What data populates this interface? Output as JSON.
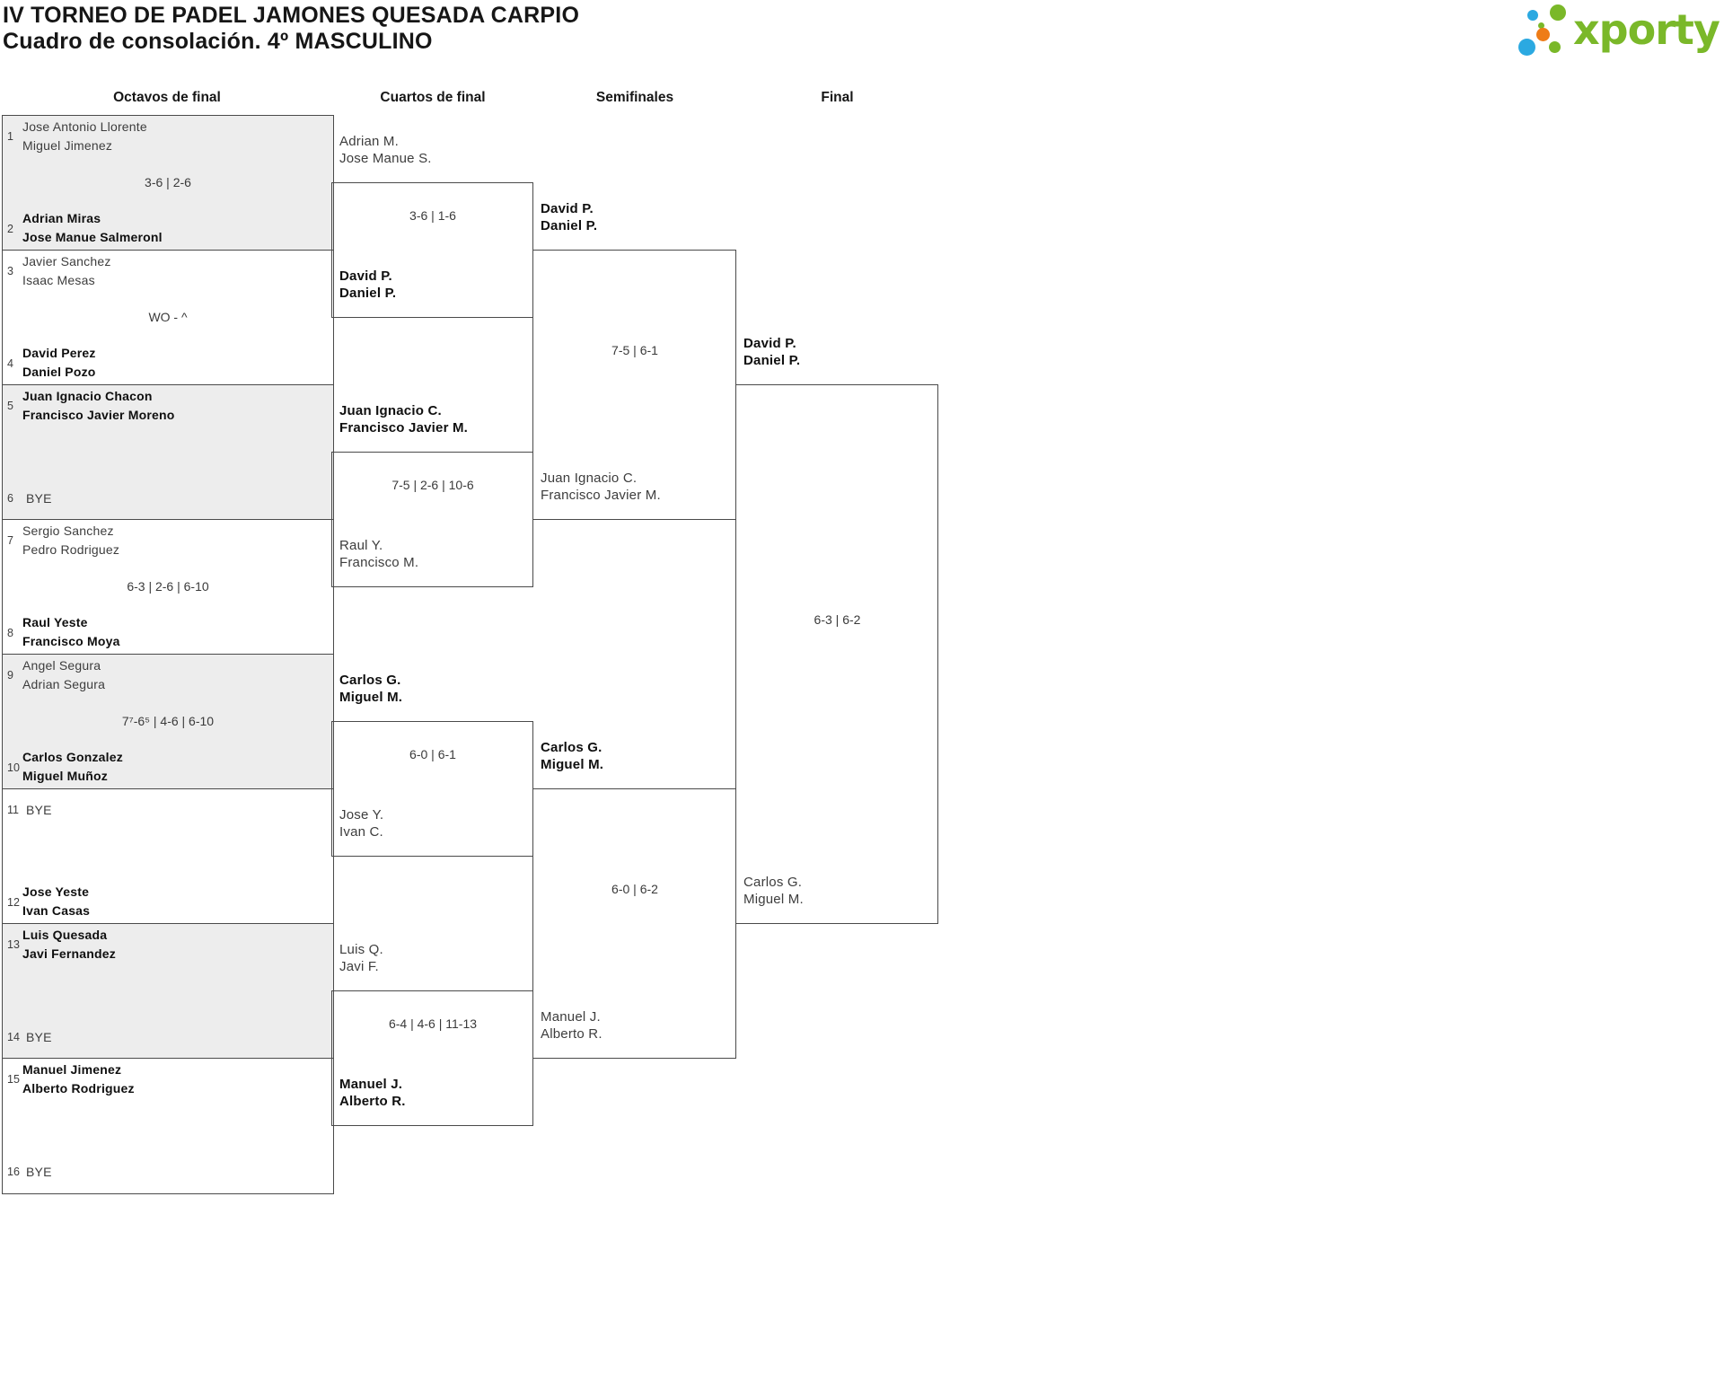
{
  "page": {
    "title_line1": "IV TORNEO DE PADEL JAMONES QUESADA CARPIO",
    "title_line2": "Cuadro de consolación. 4º MASCULINO"
  },
  "logo": {
    "text": "xporty",
    "colors": {
      "green": "#7ab829",
      "blue": "#2ba9e1",
      "orange": "#ee7c17"
    }
  },
  "bracket": {
    "round_headers": [
      "Octavos de final",
      "Cuartos de final",
      "Semifinales",
      "Final"
    ],
    "colors": {
      "border": "#4a4a4a",
      "shaded_bg": "#ededed",
      "loser_text": "#3d3d3d",
      "winner_text": "#0f0f0f"
    },
    "rounds": [
      {
        "name": "Octavos de final",
        "matches": [
          {
            "shaded": true,
            "score": "3-6 | 2-6",
            "slots": [
              {
                "seed": "1",
                "lines": [
                  "Jose Antonio Llorente",
                  "Miguel Jimenez"
                ],
                "winner": false
              },
              {
                "seed": "2",
                "lines": [
                  "Adrian Miras",
                  "Jose Manue Salmeronl"
                ],
                "winner": true
              }
            ]
          },
          {
            "shaded": false,
            "score": "WO - ^",
            "slots": [
              {
                "seed": "3",
                "lines": [
                  "Javier Sanchez",
                  "Isaac Mesas"
                ],
                "winner": false
              },
              {
                "seed": "4",
                "lines": [
                  "David Perez",
                  "Daniel Pozo"
                ],
                "winner": true
              }
            ]
          },
          {
            "shaded": true,
            "score": "",
            "slots": [
              {
                "seed": "5",
                "lines": [
                  "Juan Ignacio Chacon",
                  "Francisco Javier Moreno"
                ],
                "winner": true
              },
              {
                "seed": "6",
                "lines": [
                  "BYE"
                ],
                "winner": false,
                "bye": true
              }
            ]
          },
          {
            "shaded": false,
            "score": "6-3 | 2-6 | 6-10",
            "slots": [
              {
                "seed": "7",
                "lines": [
                  "Sergio Sanchez",
                  "Pedro Rodriguez"
                ],
                "winner": false
              },
              {
                "seed": "8",
                "lines": [
                  "Raul Yeste",
                  "Francisco Moya"
                ],
                "winner": true
              }
            ]
          },
          {
            "shaded": true,
            "score": "7⁷-6⁵ | 4-6 | 6-10",
            "slots": [
              {
                "seed": "9",
                "lines": [
                  "Angel Segura",
                  "Adrian Segura"
                ],
                "winner": false
              },
              {
                "seed": "10",
                "lines": [
                  "Carlos Gonzalez",
                  "Miguel Muñoz"
                ],
                "winner": true
              }
            ]
          },
          {
            "shaded": false,
            "score": "",
            "slots": [
              {
                "seed": "11",
                "lines": [
                  "BYE"
                ],
                "winner": false,
                "bye": true
              },
              {
                "seed": "12",
                "lines": [
                  "Jose Yeste",
                  "Ivan Casas"
                ],
                "winner": true
              }
            ]
          },
          {
            "shaded": true,
            "score": "",
            "slots": [
              {
                "seed": "13",
                "lines": [
                  "Luis Quesada",
                  "Javi Fernandez"
                ],
                "winner": true
              },
              {
                "seed": "14",
                "lines": [
                  "BYE"
                ],
                "winner": false,
                "bye": true
              }
            ]
          },
          {
            "shaded": false,
            "score": "",
            "slots": [
              {
                "seed": "15",
                "lines": [
                  "Manuel Jimenez",
                  "Alberto Rodriguez"
                ],
                "winner": true
              },
              {
                "seed": "16",
                "lines": [
                  "BYE"
                ],
                "winner": false,
                "bye": true
              }
            ]
          }
        ]
      },
      {
        "name": "Cuartos de final",
        "matches": [
          {
            "score": "3-6 | 1-6",
            "slots": [
              {
                "lines": [
                  "Adrian M.",
                  "Jose Manue S."
                ],
                "winner": false
              },
              {
                "lines": [
                  "David P.",
                  "Daniel P."
                ],
                "winner": true
              }
            ]
          },
          {
            "score": "7-5 | 2-6 | 10-6",
            "slots": [
              {
                "lines": [
                  "Juan Ignacio C.",
                  "Francisco Javier M."
                ],
                "winner": true
              },
              {
                "lines": [
                  "Raul Y.",
                  "Francisco M."
                ],
                "winner": false
              }
            ]
          },
          {
            "score": "6-0 | 6-1",
            "slots": [
              {
                "lines": [
                  "Carlos G.",
                  "Miguel M."
                ],
                "winner": true
              },
              {
                "lines": [
                  "Jose Y.",
                  "Ivan C."
                ],
                "winner": false
              }
            ]
          },
          {
            "score": "6-4 | 4-6 | 11-13",
            "slots": [
              {
                "lines": [
                  "Luis Q.",
                  "Javi F."
                ],
                "winner": false
              },
              {
                "lines": [
                  "Manuel J.",
                  "Alberto R."
                ],
                "winner": true
              }
            ]
          }
        ]
      },
      {
        "name": "Semifinales",
        "matches": [
          {
            "score": "7-5 | 6-1",
            "slots": [
              {
                "lines": [
                  "David P.",
                  "Daniel P."
                ],
                "winner": true
              },
              {
                "lines": [
                  "Juan Ignacio C.",
                  "Francisco Javier M."
                ],
                "winner": false
              }
            ]
          },
          {
            "score": "6-0 | 6-2",
            "slots": [
              {
                "lines": [
                  "Carlos G.",
                  "Miguel M."
                ],
                "winner": true
              },
              {
                "lines": [
                  "Manuel J.",
                  "Alberto R."
                ],
                "winner": false
              }
            ]
          }
        ]
      },
      {
        "name": "Final",
        "matches": [
          {
            "score": "6-3 | 6-2",
            "slots": [
              {
                "lines": [
                  "David P.",
                  "Daniel P."
                ],
                "winner": true
              },
              {
                "lines": [
                  "Carlos G.",
                  "Miguel M."
                ],
                "winner": false
              }
            ]
          }
        ]
      }
    ]
  }
}
